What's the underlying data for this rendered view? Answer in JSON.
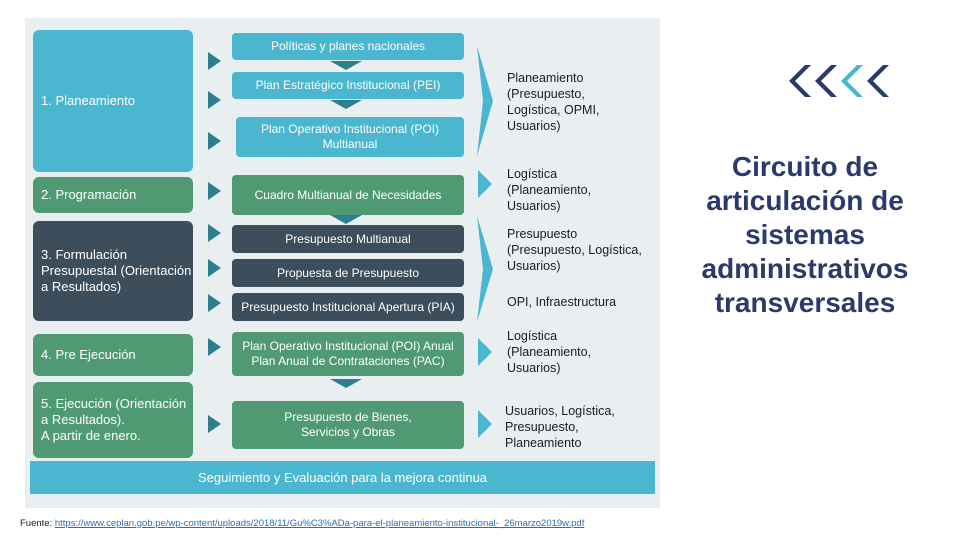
{
  "diagram": {
    "phases": [
      "1. Planeamiento",
      "2. Programación",
      "3. Formulación\nPresupuestal (Orientación\na Resultados)",
      "4. Pre Ejecución",
      "5. Ejecución (Orientación\na Resultados).\nA partir de enero."
    ],
    "boxes": [
      "Políticas y planes nacionales",
      "Plan Estratégico Institucional (PEI)",
      "Plan Operativo Institucional (POI)\nMultianual",
      "Cuadro Multianual de Necesidades",
      "Presupuesto Multianual",
      "Propuesta de Presupuesto",
      "Presupuesto Institucional Apertura (PIA)",
      "Plan Operativo Institucional (POI) Anual\nPlan Anual de Contrataciones (PAC)",
      "Presupuesto de Bienes,\nServicios y Obras"
    ],
    "responsible": [
      "Planeamiento\n(Presupuesto,\nLogística, OPMI,\nUsuarios)",
      "Logística\n(Planeamiento,\nUsuarios)",
      "Presupuesto\n(Presupuesto, Logística,\nUsuarios)",
      "OPI, Infraestructura",
      "Logística\n(Planeamiento,\nUsuarios)",
      "Usuarios, Logística,\nPresupuesto,\nPlaneamiento"
    ],
    "footer": "Seguimiento y Evaluación para la mejora continua",
    "colors": {
      "cyan": "#4bb6cf",
      "green": "#4f9a73",
      "dark": "#3c4e5b",
      "arrow": "#2d7f8d"
    }
  },
  "title": "Circuito de\narticulación de\nsistemas\nadministrativos\ntransversales",
  "decoration": {
    "icon": "chevron-left-icon",
    "colors": [
      "#2b3a6b",
      "#2b3a6b",
      "#4bb6cf",
      "#2b3a6b"
    ]
  },
  "source": {
    "label": "Fuente: ",
    "url": "https://www.ceplan.gob.pe/wp-content/uploads/2018/11/Gu%C3%ADa-para-el-planeamiento-institucional-_26marzo2019w.pdf"
  }
}
